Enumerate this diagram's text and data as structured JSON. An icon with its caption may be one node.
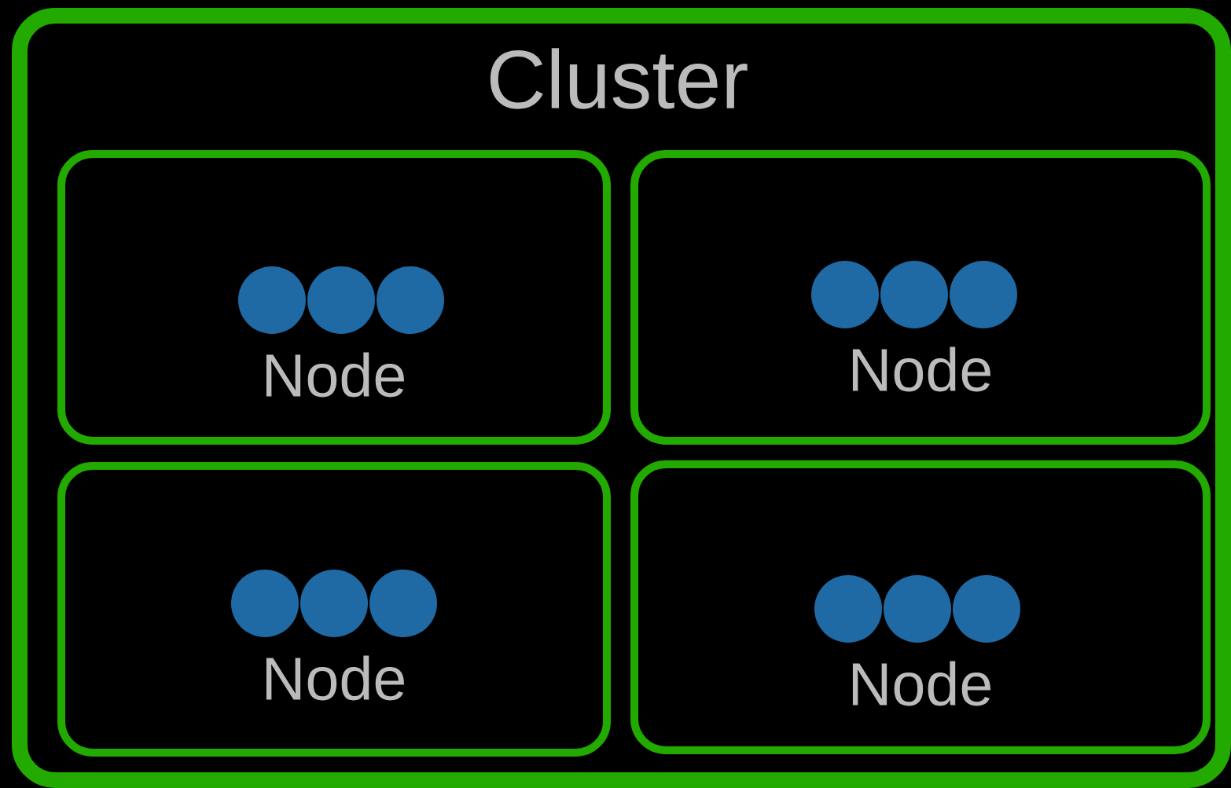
{
  "diagram": {
    "nodes": [
      {
        "text": [
          "Cluster"
        ]
      },
      {
        "text": [
          "Node"
        ],
        "in": 0
      },
      {
        "text": [],
        "shape": "circle",
        "in": 1
      },
      {
        "text": [],
        "shape": "circle",
        "in": 1
      },
      {
        "text": [],
        "shape": "circle",
        "in": 1
      },
      {
        "text": [
          "Node"
        ],
        "in": 0
      },
      {
        "text": [],
        "shape": "circle",
        "in": 5
      },
      {
        "text": [],
        "shape": "circle",
        "in": 5
      },
      {
        "text": [],
        "shape": "circle",
        "in": 5
      },
      {
        "text": [
          "Node"
        ],
        "in": 0
      },
      {
        "text": [],
        "shape": "circle",
        "in": 9
      },
      {
        "text": [],
        "shape": "circle",
        "in": 9
      },
      {
        "text": [],
        "shape": "circle",
        "in": 9
      },
      {
        "text": [
          "Node"
        ],
        "in": 0
      },
      {
        "text": [],
        "shape": "circle",
        "in": 13
      },
      {
        "text": [],
        "shape": "circle",
        "in": 13
      },
      {
        "text": [],
        "shape": "circle",
        "in": 13
      }
    ]
  }
}
